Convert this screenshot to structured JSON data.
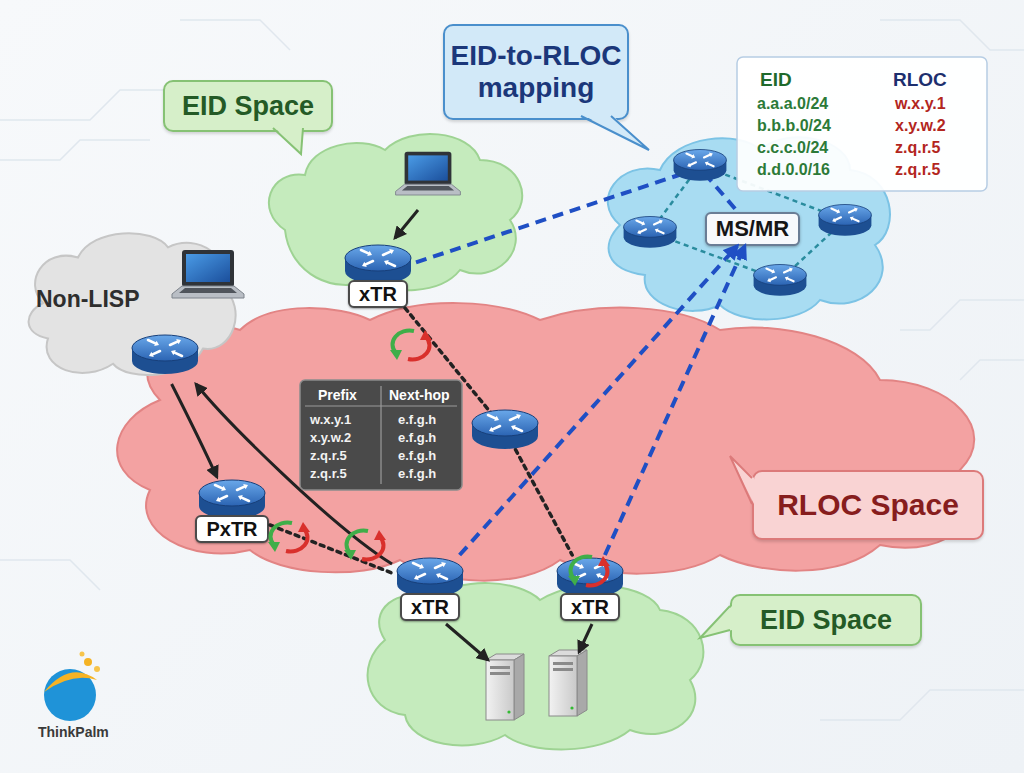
{
  "diagram": {
    "nodes": [
      {
        "text": [
          "EID Space"
        ]
      },
      {
        "text": [
          "EID-to-RLOC mapping"
        ]
      },
      {
        "text": [
          "Non-LISP"
        ]
      },
      {
        "text": [
          "xTR"
        ]
      },
      {
        "text": [
          "MS/MR"
        ]
      },
      {
        "text": [
          "RLOC Space"
        ]
      },
      {
        "text": [
          "PxTR"
        ]
      },
      {
        "text": [
          "xTR"
        ]
      },
      {
        "text": [
          "xTR"
        ]
      },
      {
        "text": [
          "EID Space"
        ]
      }
    ],
    "edges": [
      {
        "from": 3,
        "to": 4,
        "arrow": "none"
      },
      {
        "from": 7,
        "to": 4,
        "arrow": "to"
      },
      {
        "from": 8,
        "to": 4,
        "arrow": "to"
      },
      {
        "from": 3,
        "to": 8,
        "arrow": "none"
      },
      {
        "from": 6,
        "to": 7,
        "arrow": "none"
      },
      {
        "from": 2,
        "to": 6,
        "arrow": "to"
      },
      {
        "from": 7,
        "to": 2,
        "arrow": "to"
      }
    ],
    "labels": [
      "EID",
      "RLOC",
      "a.a.a.0/24",
      "w.x.y.1",
      "b.b.b.0/24",
      "x.y.w.2",
      "c.c.c.0/24",
      "z.q.r.5",
      "d.d.0.0/16",
      "z.q.r.5",
      "Prefix",
      "Next-hop",
      "w.x.y.1",
      "e.f.g.h",
      "x.y.w.2",
      "e.f.g.h",
      "z.q.r.5",
      "e.f.g.h",
      "z.q.r.5",
      "e.f.g.h",
      "ThinkPalm"
    ]
  }
}
